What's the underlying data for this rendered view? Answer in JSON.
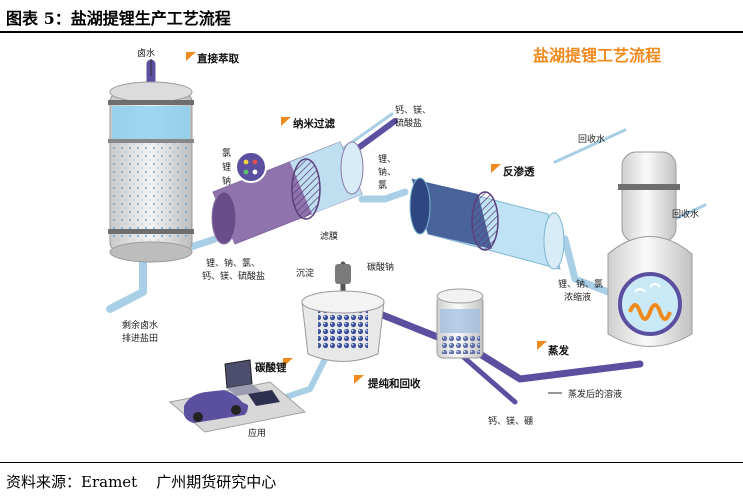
{
  "header": {
    "title": "图表 5：盐湖提锂生产工艺流程"
  },
  "footer": {
    "source": "资料来源：Eramet    广州期货研究中心"
  },
  "diagram": {
    "main_title": "盐湖提锂工艺流程",
    "stages": {
      "direct_extraction": "直接萃取",
      "nanofiltration": "纳米过滤",
      "reverse_osmosis": "反渗透",
      "evaporation": "蒸发",
      "purification_recovery": "提纯和回收",
      "lithium_carbonate": "碳酸锂"
    },
    "labels": {
      "brine": "卤水",
      "ions_cl": "氯",
      "ions_li": "锂",
      "ions_na": "钠",
      "impurities_out_1": "钙、镁、",
      "impurities_out_2": "硫酸盐",
      "li_na_cl_1": "锂、",
      "li_na_cl_2": "钠、",
      "li_na_cl_3": "氯",
      "membrane": "滤膜",
      "mix_1": "锂、钠、氯、",
      "mix_2": "钙、镁、硫酸盐",
      "remaining_brine_1": "剩余卤水",
      "remaining_brine_2": "排进盐田",
      "recycled_water_1": "回收水",
      "recycled_water_2": "回收水",
      "concentrate_1": "锂、钠、氯",
      "concentrate_2": "浓缩液",
      "precipitate": "沉淀",
      "sodium_carbonate": "碳酸钠",
      "after_evap": "蒸发后的溶液",
      "ca_mg_b": "钙、镁、硼",
      "application": "应用"
    },
    "colors": {
      "accent_orange": "#f08a1e",
      "pipe_purple": "#5b4fa0",
      "pipe_light": "#a9cfe6",
      "liquid_blue": "#8fd0ef",
      "resin_purple": "#7d5c9e"
    }
  }
}
